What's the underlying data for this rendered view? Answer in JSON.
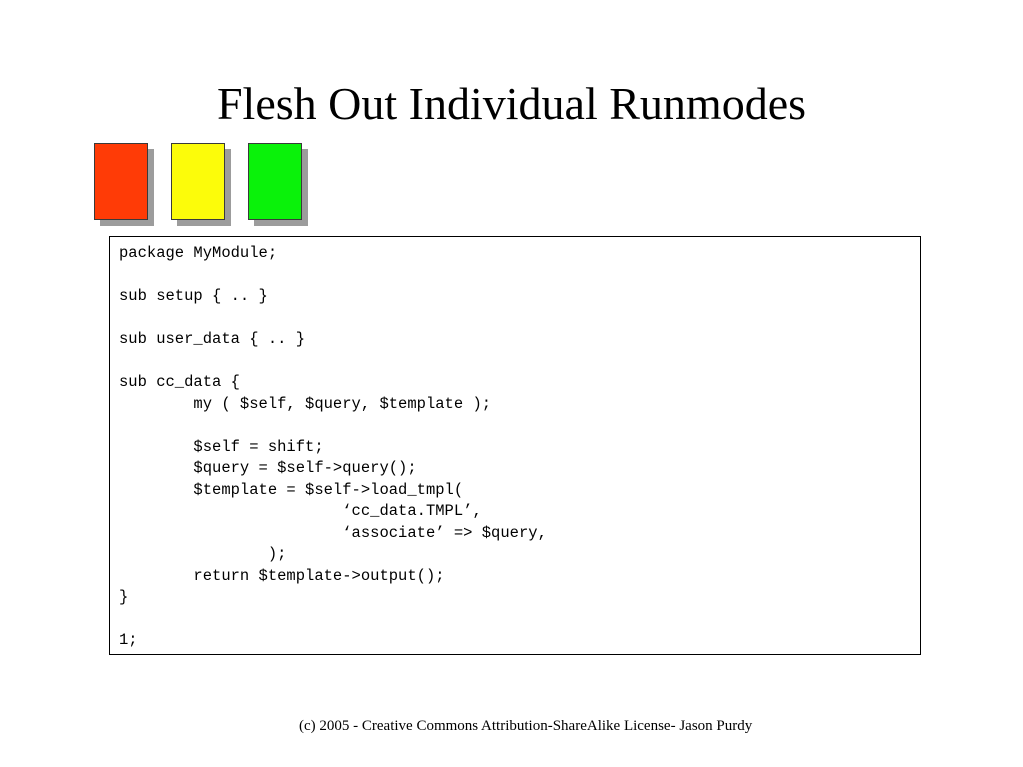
{
  "slide": {
    "title": "Flesh Out Individual Runmodes",
    "footer": "(c) 2005 - Creative Commons Attribution-ShareAlike License- Jason Purdy"
  },
  "status_blocks": [
    {
      "name": "red",
      "color": "#ff3b06"
    },
    {
      "name": "yellow",
      "color": "#fcfc0a"
    },
    {
      "name": "green",
      "color": "#0af20a"
    }
  ],
  "code": {
    "lines": [
      "package MyModule;",
      "",
      "sub setup { .. }",
      "",
      "sub user_data { .. }",
      "",
      "sub cc_data {",
      "        my ( $self, $query, $template );",
      "",
      "        $self = shift;",
      "        $query = $self->query();",
      "        $template = $self->load_tmpl(",
      "                        ‘cc_data.TMPL’,",
      "                        ‘associate’ => $query,",
      "                );",
      "        return $template->output();",
      "}",
      "",
      "1;"
    ]
  }
}
